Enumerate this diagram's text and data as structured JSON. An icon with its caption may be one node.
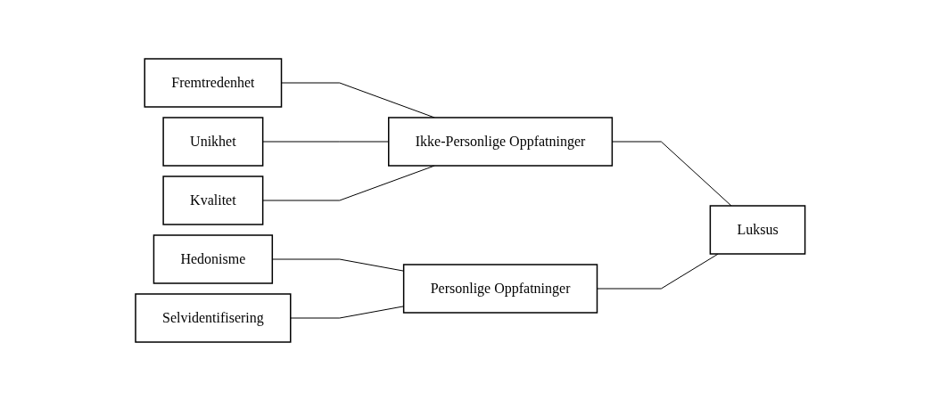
{
  "diagram": {
    "nodes": [
      {
        "text": [
          "Fremtredenhet"
        ]
      },
      {
        "text": [
          "Unikhet"
        ]
      },
      {
        "text": [
          "Kvalitet"
        ]
      },
      {
        "text": [
          "Hedonisme"
        ]
      },
      {
        "text": [
          "Selvidentifisering"
        ]
      },
      {
        "text": [
          "Ikke-Personlige Oppfatninger"
        ]
      },
      {
        "text": [
          "Personlige Oppfatninger"
        ]
      },
      {
        "text": [
          "Luksus"
        ]
      }
    ],
    "edges": [
      {
        "from": 0,
        "to": 5,
        "arrow": "none"
      },
      {
        "from": 1,
        "to": 5,
        "arrow": "none"
      },
      {
        "from": 2,
        "to": 5,
        "arrow": "none"
      },
      {
        "from": 3,
        "to": 6,
        "arrow": "none"
      },
      {
        "from": 4,
        "to": 6,
        "arrow": "none"
      },
      {
        "from": 5,
        "to": 7,
        "arrow": "none"
      },
      {
        "from": 6,
        "to": 7,
        "arrow": "none"
      }
    ]
  }
}
